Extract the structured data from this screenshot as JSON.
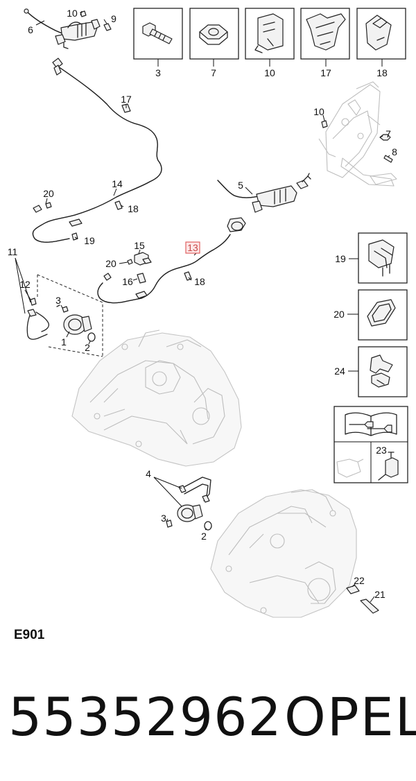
{
  "diagram": {
    "legend_boxes_top": [
      {
        "number": "3",
        "icon": "bolt-icon"
      },
      {
        "number": "7",
        "icon": "nut-icon"
      },
      {
        "number": "10",
        "icon": "clip-icon"
      },
      {
        "number": "17",
        "icon": "bracket-clip-icon"
      },
      {
        "number": "18",
        "icon": "retainer-icon"
      }
    ],
    "legend_boxes_side": [
      {
        "number": "19",
        "icon": "hose-clip-icon"
      },
      {
        "number": "20",
        "icon": "seal-ring-icon"
      },
      {
        "number": "24",
        "icon": "clamp-icon"
      }
    ],
    "service_box": {
      "number": "23",
      "icons": [
        "repair-manual-icon",
        "fluid-tray-icon",
        "bleed-tool-icon"
      ]
    },
    "callouts": {
      "c1": "1",
      "c2a": "2",
      "c2b": "2",
      "c3a": "3",
      "c3b": "3",
      "c4": "4",
      "c5": "5",
      "c6": "6",
      "c7": "7",
      "c8": "8",
      "c9": "9",
      "c10a": "10",
      "c10b": "10",
      "c11": "11",
      "c12": "12",
      "c13": "13",
      "c14": "14",
      "c15": "15",
      "c16": "16",
      "c17": "17",
      "c18a": "18",
      "c18b": "18",
      "c19": "19",
      "c20a": "20",
      "c20b": "20",
      "c21": "21",
      "c22": "22"
    }
  },
  "footer": {
    "code": "E901",
    "part_number": "55352962",
    "brand": "OPEL"
  },
  "colors": {
    "highlight_13": "#e06060",
    "line": "#222222",
    "ghost": "#bdbdbd"
  }
}
